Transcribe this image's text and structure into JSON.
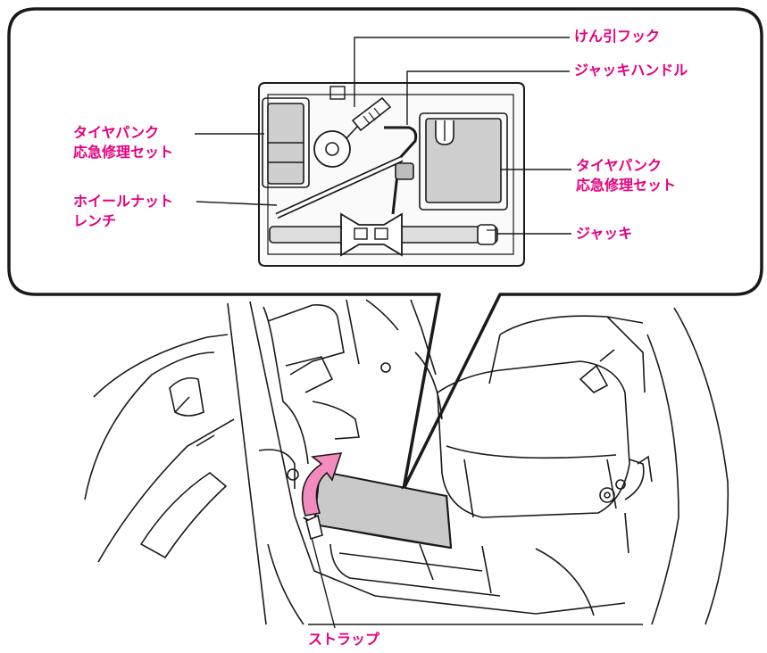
{
  "accent_color": "#e5007e",
  "callout_labels": {
    "tow_hook": "けん引フック",
    "jack_handle": "ジャッキハンドル",
    "repair_kit_left_line1": "タイヤパンク",
    "repair_kit_left_line2": "応急修理セット",
    "repair_kit_right_line1": "タイヤパンク",
    "repair_kit_right_line2": "応急修理セット",
    "wheel_nut_wrench_line1": "ホイールナット",
    "wheel_nut_wrench_line2": "レンチ",
    "jack": "ジャッキ",
    "strap": "ストラップ"
  }
}
